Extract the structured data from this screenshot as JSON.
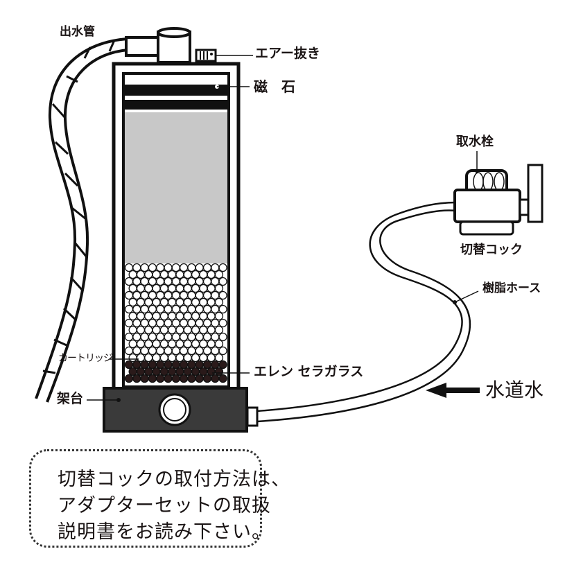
{
  "diagram": {
    "labels": {
      "outlet_pipe": "出水管",
      "air_vent": "エアー抜き",
      "magnet": "磁　石",
      "faucet": "取水栓",
      "switch_cock": "切替コック",
      "resin_hose": "樹脂ホース",
      "cartridge": "カートリッジ",
      "eren_ceraglass": "エレン セラガラス",
      "stand": "架台",
      "tap_water": "水道水"
    },
    "note": {
      "lines": [
        "切替コックの取付方法は、",
        "アダプターセットの取扱",
        "説明書をお読み下さい。"
      ]
    },
    "colors": {
      "line": "#111111",
      "media_gray": "#c8c8c8",
      "stand_dark": "#3a3a3a",
      "ceraglass": "#2a1a1a"
    }
  }
}
